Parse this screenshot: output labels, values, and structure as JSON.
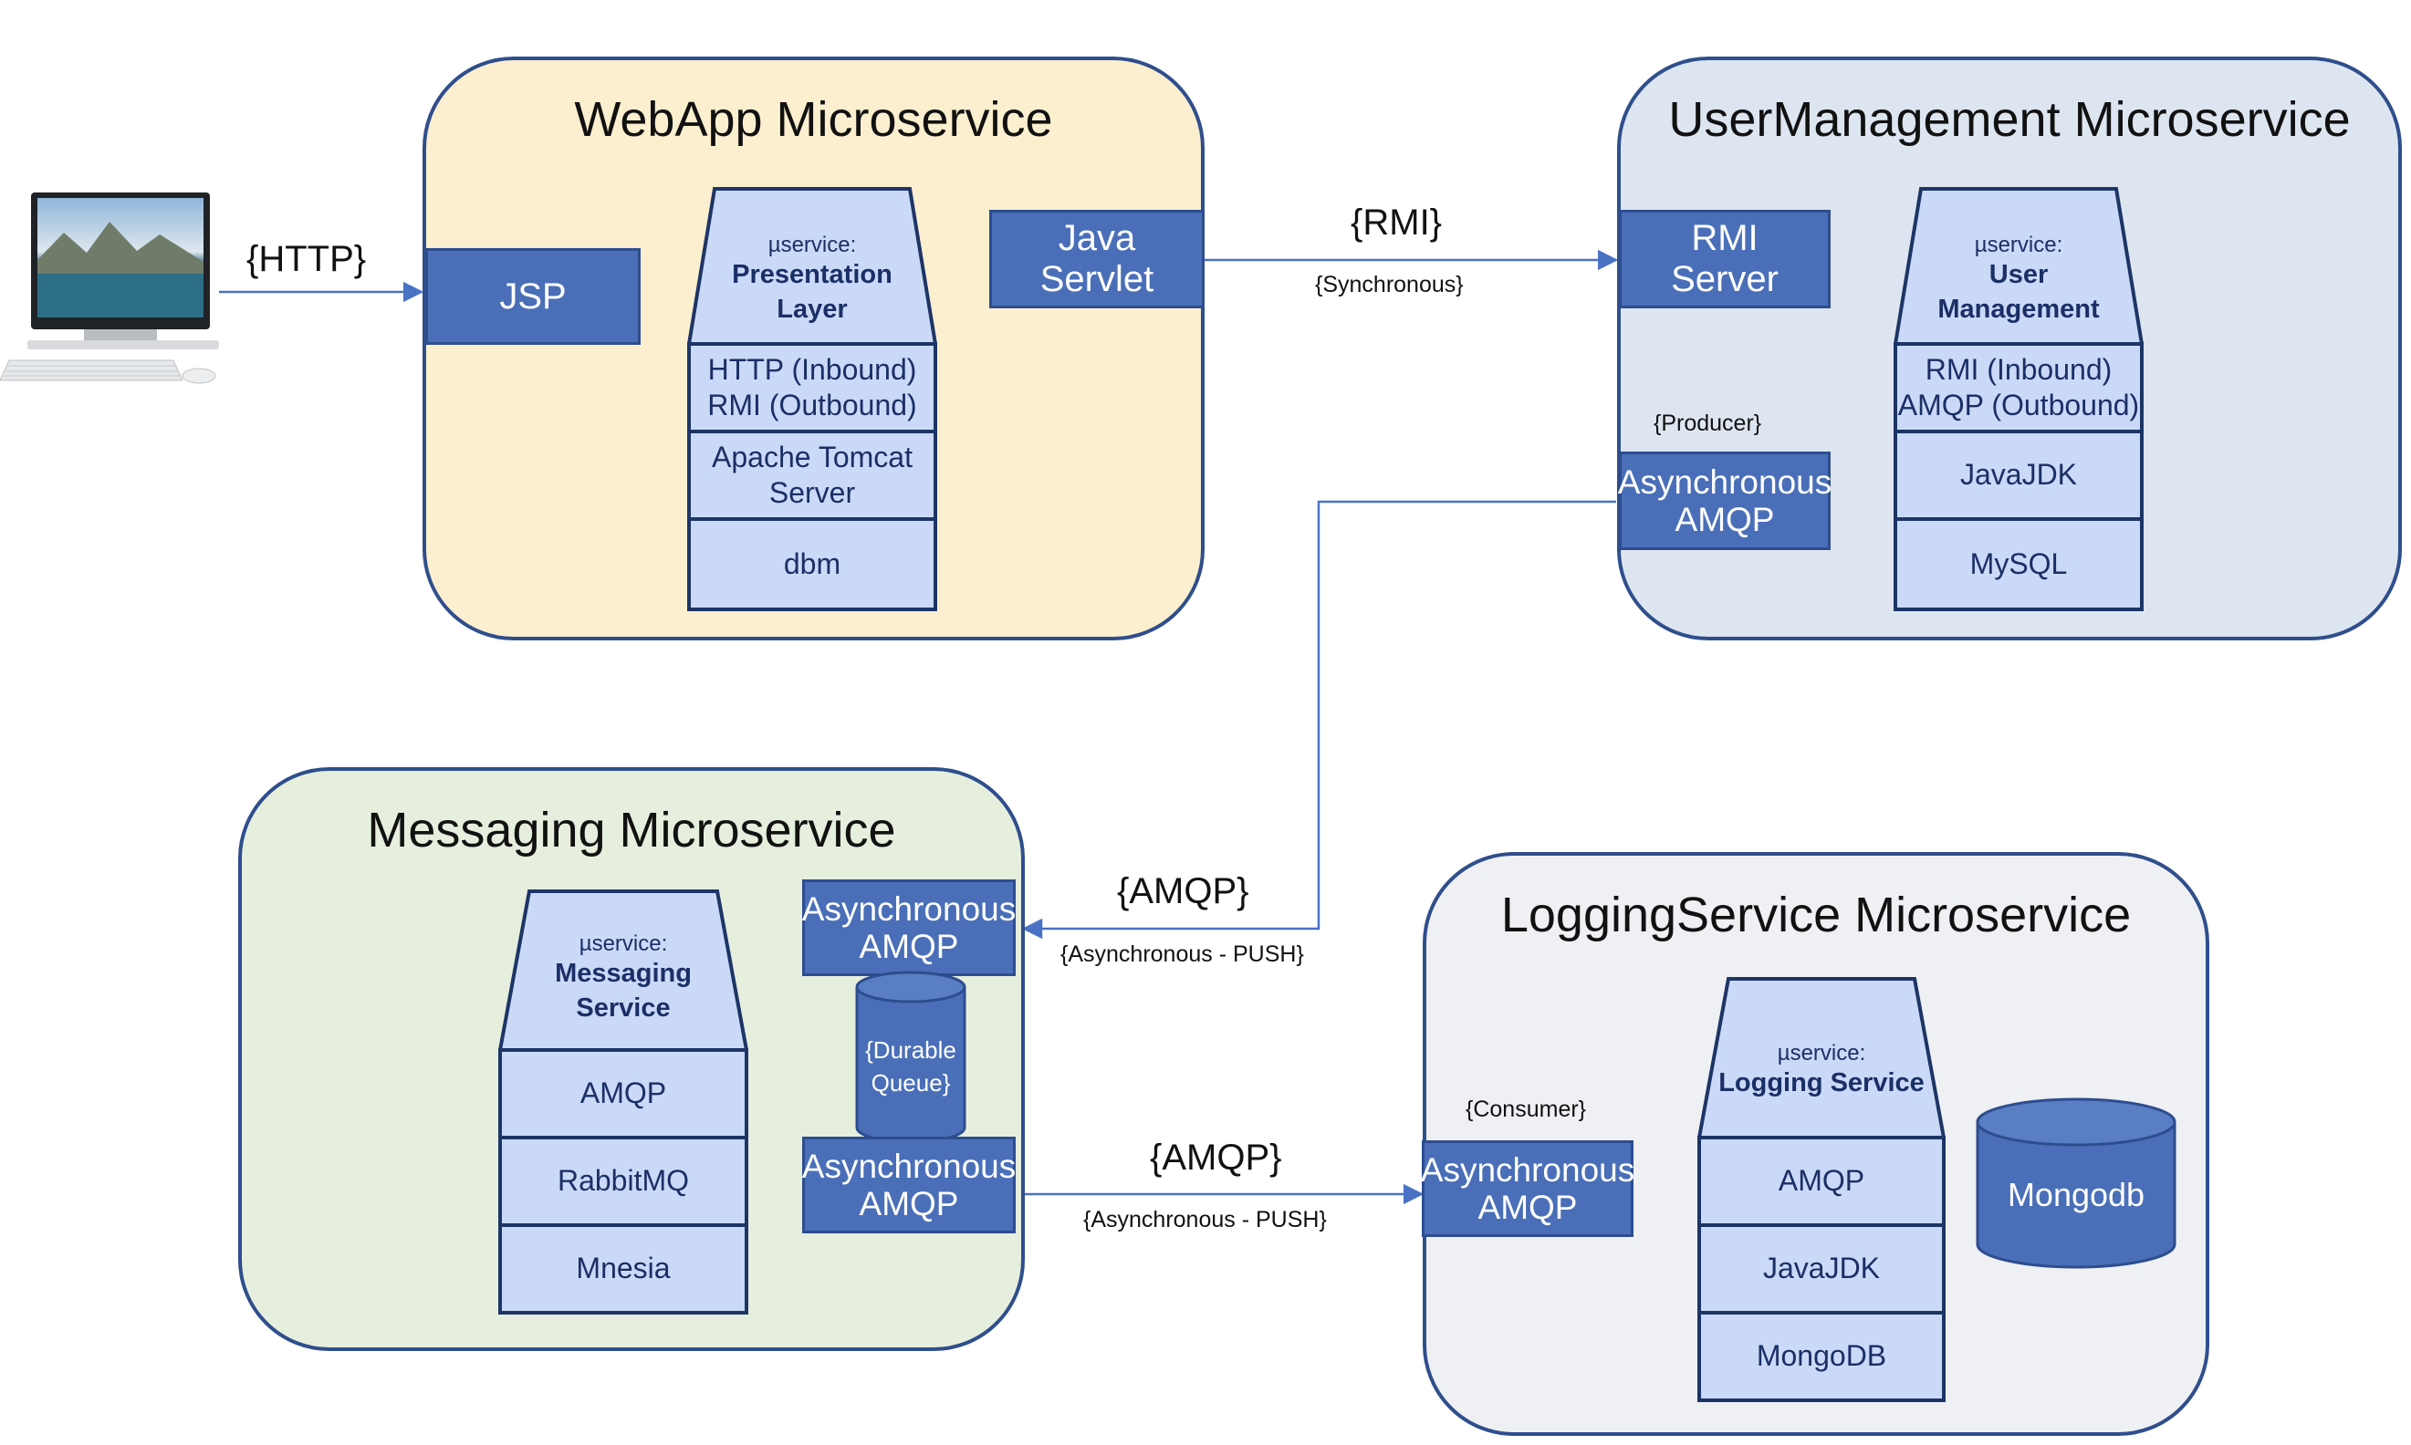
{
  "webapp": {
    "title": "WebApp Microservice",
    "jsp": "JSP",
    "servlet": [
      "Java",
      "Servlet"
    ],
    "stack": {
      "micro": "µservice:",
      "name": [
        "Presentation",
        "Layer"
      ],
      "layers": [
        [
          "HTTP (Inbound)",
          "RMI (Outbound)"
        ],
        [
          "Apache Tomcat",
          "Server"
        ],
        [
          "dbm"
        ]
      ]
    }
  },
  "usermgmt": {
    "title": "UserManagement Microservice",
    "rmi_server": [
      "RMI",
      "Server"
    ],
    "producer_label": "{Producer}",
    "async": [
      "Asynchronous",
      "AMQP"
    ],
    "stack": {
      "micro": "µservice:",
      "name": [
        "User",
        "Management"
      ],
      "layers": [
        [
          "RMI (Inbound)",
          "AMQP (Outbound)"
        ],
        [
          "JavaJDK"
        ],
        [
          "MySQL"
        ]
      ]
    }
  },
  "messaging": {
    "title": "Messaging Microservice",
    "async_top": [
      "Asynchronous",
      "AMQP"
    ],
    "queue": [
      "{Durable",
      "Queue}"
    ],
    "async_bottom": [
      "Asynchronous",
      "AMQP"
    ],
    "stack": {
      "micro": "µservice:",
      "name": [
        "Messaging",
        "Service"
      ],
      "layers": [
        [
          "AMQP"
        ],
        [
          "RabbitMQ"
        ],
        [
          "Mnesia"
        ]
      ]
    }
  },
  "logging": {
    "title": "LoggingService Microservice",
    "consumer_label": "{Consumer}",
    "async": [
      "Asynchronous",
      "AMQP"
    ],
    "mongodb": "Mongodb",
    "stack": {
      "micro": "µservice:",
      "name": [
        "Logging Service"
      ],
      "layers": [
        [
          "AMQP"
        ],
        [
          "JavaJDK"
        ],
        [
          "MongoDB"
        ]
      ]
    }
  },
  "connections": {
    "http": "{HTTP}",
    "rmi": "{RMI}",
    "rmi_sub": "{Synchronous}",
    "amqp1": "{AMQP}",
    "amqp1_sub": "{Asynchronous - PUSH}",
    "amqp2": "{AMQP}",
    "amqp2_sub": "{Asynchronous - PUSH}"
  },
  "colors": {
    "box_fill": "#4a6fb8",
    "layer_fill": "#cad9f7",
    "line": "#4a72c4",
    "panel_border": "#2f4e8c"
  }
}
